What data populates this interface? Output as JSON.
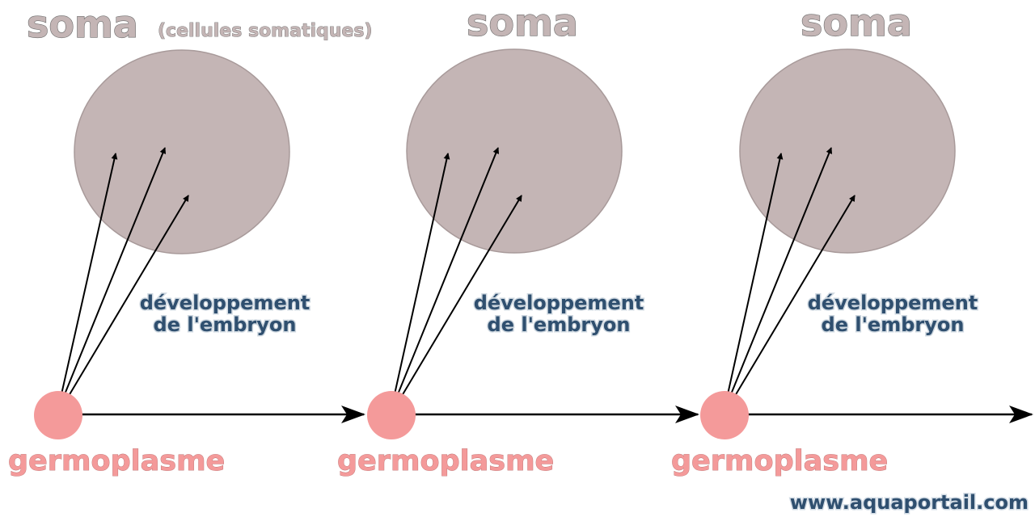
{
  "colors": {
    "soma_fill": "#c4b5b5",
    "germ_fill": "#f49a9a",
    "text_dark": "#2f4f6f"
  },
  "generations": [
    {
      "soma_label": "soma",
      "soma_sublabel": "(cellules somatiques)",
      "development_line1": "développement",
      "development_line2": "de l'embryon",
      "germ_label": "germoplasme"
    },
    {
      "soma_label": "soma",
      "development_line1": "développement",
      "development_line2": "de l'embryon",
      "germ_label": "germoplasme"
    },
    {
      "soma_label": "soma",
      "development_line1": "développement",
      "development_line2": "de l'embryon",
      "germ_label": "germoplasme"
    }
  ],
  "watermark": "www.aquaportail.com"
}
